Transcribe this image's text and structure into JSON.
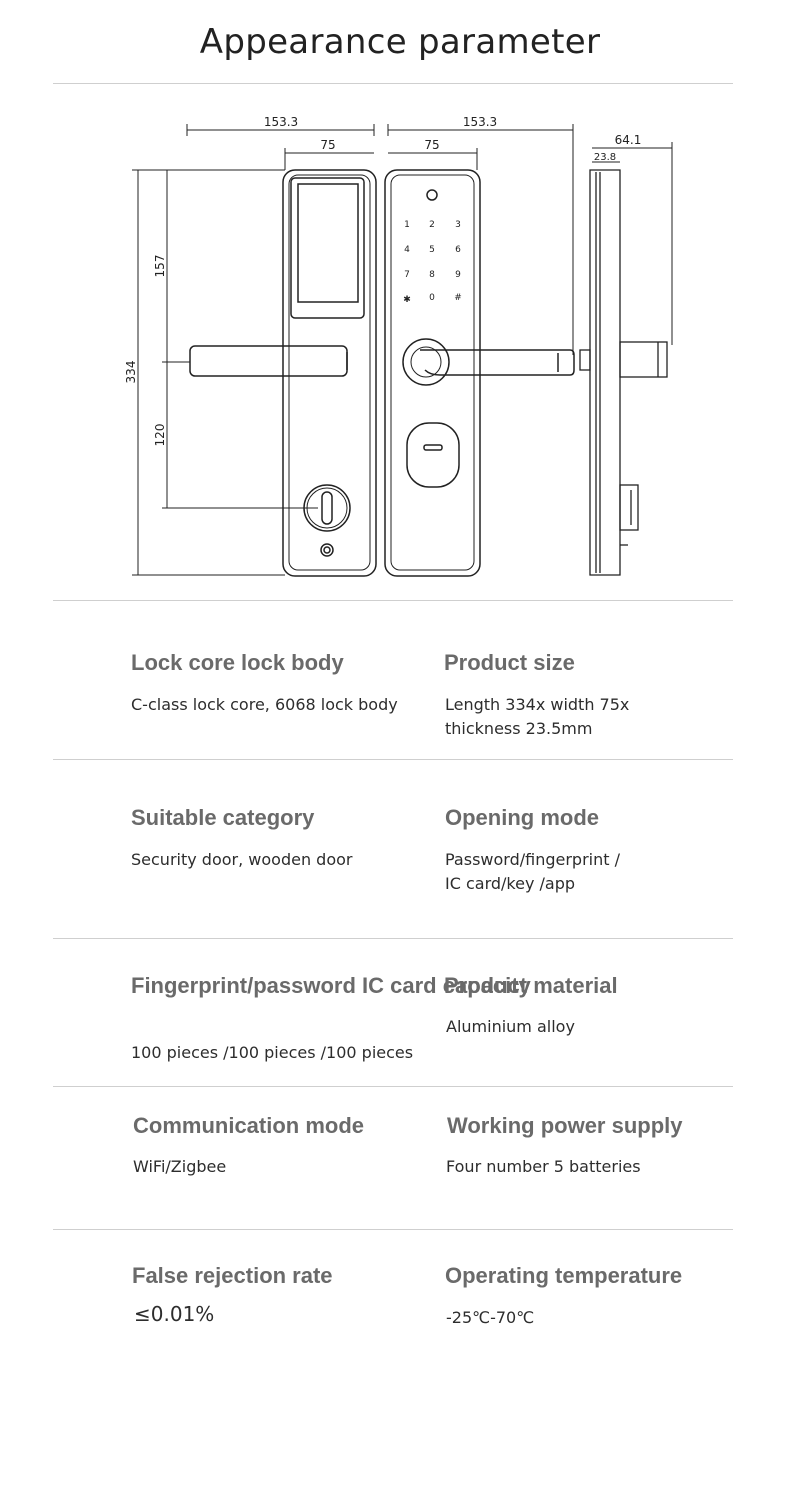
{
  "page": {
    "title": "Appearance parameter"
  },
  "drawing": {
    "dim_front_width": "153.3",
    "dim_front_inner": "75",
    "dim_back_width": "153.3",
    "dim_back_inner": "75",
    "dim_side_depth": "64.1",
    "dim_side_thickness": "23.8",
    "dim_height": "334",
    "dim_upper": "157",
    "dim_lower": "120",
    "keypad": [
      "1",
      "2",
      "3",
      "4",
      "5",
      "6",
      "7",
      "8",
      "9",
      "✱",
      "0",
      "#"
    ]
  },
  "specs": [
    {
      "label": "Lock core lock body",
      "value": "C-class lock core, 6068 lock body"
    },
    {
      "label": "Product size",
      "value": "Length 334x width 75x\nthickness 23.5mm"
    },
    {
      "label": "Suitable category",
      "value": "Security door, wooden door"
    },
    {
      "label": "Opening mode",
      "value": "Password/fingerprint /\nIC card/key /app"
    },
    {
      "label": "Fingerprint/password\nIC card capacity",
      "value": "100 pieces /100 pieces /100 pieces"
    },
    {
      "label": "Product material",
      "value": "Aluminium alloy"
    },
    {
      "label": "Communication mode",
      "value": "WiFi/Zigbee"
    },
    {
      "label": "Working power supply",
      "value": "Four number 5 batteries"
    },
    {
      "label": "False rejection rate",
      "value": "≤0.01%"
    },
    {
      "label": "Operating temperature",
      "value": "-25℃-70℃"
    }
  ]
}
